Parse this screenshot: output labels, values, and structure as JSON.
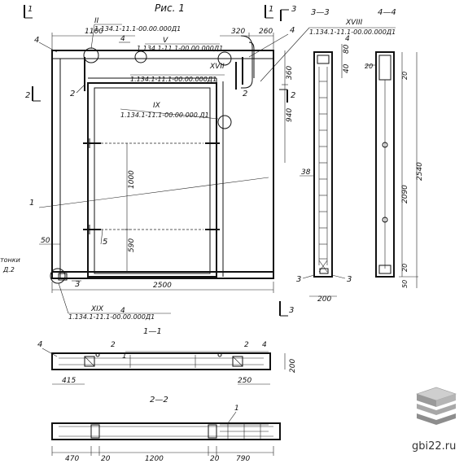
{
  "figure": {
    "title": "Рис. 1"
  },
  "section_marks": {
    "s1": "1",
    "s2": "2",
    "s3": "3",
    "view_3_3": "3—3",
    "view_4_4": "4—4",
    "sec_1_1": "1—1",
    "sec_2_2": "2—2"
  },
  "callouts": [
    {
      "roman": "II",
      "ref": "1.134.1-11.1-00.00.000Д1"
    },
    {
      "roman": "V",
      "ref": "1.134.1-11.1-00.00.000Д1"
    },
    {
      "roman": "XVII",
      "ref": "1.134.1-11.1-00.00.000Д1"
    },
    {
      "roman": "IX",
      "ref": "1.134.1-11.1-00.00.000 Д1"
    },
    {
      "roman": "XVIII",
      "ref": "1.134.1-11.1-00.00.000Д1"
    },
    {
      "roman": "XIX",
      "ref": "1.134.1-11.1-00.00.000Д1"
    }
  ],
  "dimensions": {
    "d1100": "1100",
    "d320": "320",
    "d260": "260",
    "d360": "360",
    "d940": "940",
    "d1000": "1000",
    "d590": "590",
    "d50": "50",
    "d2500": "2500",
    "d38": "38",
    "d200": "200",
    "d80": "80",
    "d40": "40",
    "d20a": "20",
    "d20b": "20",
    "d20c": "20",
    "d2090": "2090",
    "d2540": "2540",
    "d50b": "50",
    "d415": "415",
    "d250": "250",
    "d200b": "200",
    "d470": "470",
    "d20d": "20",
    "d1200": "1200",
    "d20e": "20",
    "d790": "790"
  },
  "leaders": {
    "p1": "1",
    "p2": "2",
    "p3": "3",
    "p4": "4",
    "p5": "5"
  },
  "partial_note": "тонки\nД.2",
  "watermark": {
    "text": "gbi22.ru",
    "logo_icon": "stacked-slabs-icon"
  }
}
